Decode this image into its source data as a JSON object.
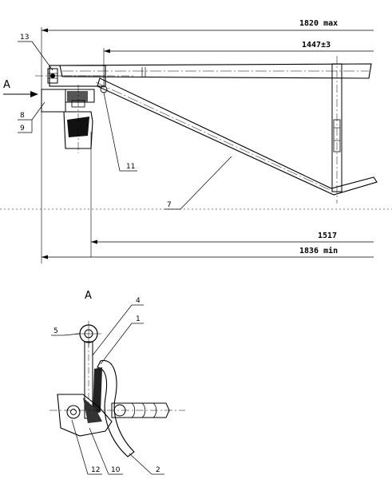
{
  "dimensions": {
    "overall_max": "1820 max",
    "upper_span": "1447±3",
    "lower_span": "1517",
    "overall_min": "1836 min"
  },
  "view_arrow": "A",
  "detail_view_title": "A",
  "callouts": {
    "p1": "1",
    "p2": "2",
    "p4": "4",
    "p5": "5",
    "p7": "7",
    "p8": "8",
    "p9": "9",
    "p10": "10",
    "p11": "11",
    "p12": "12",
    "p13": "13"
  }
}
